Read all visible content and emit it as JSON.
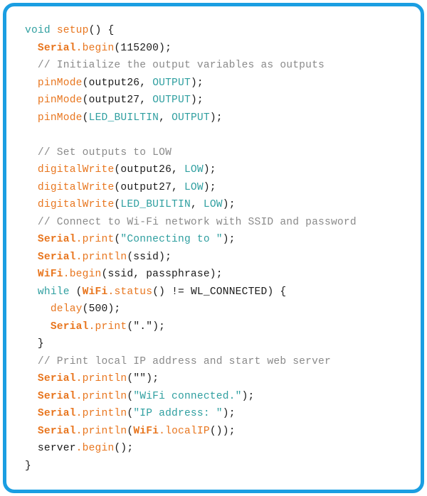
{
  "card": {
    "border_color": "#1b9ee2",
    "background_color": "#ffffff",
    "language": "Arduino C++",
    "title": "setup() function source code"
  },
  "theme": {
    "plain": "#1a1a1a",
    "keyword": "#2f9fa0",
    "constant": "#2f9fa0",
    "string": "#2f9fa0",
    "function": "#e8761f",
    "object": "#e8761f",
    "comment": "#8a8a8a"
  },
  "code": {
    "full_text": "void setup() {\n  Serial.begin(115200);\n  // Initialize the output variables as outputs\n  pinMode(output26, OUTPUT);\n  pinMode(output27, OUTPUT);\n  pinMode(LED_BUILTIN, OUTPUT);\n\n  // Set outputs to LOW\n  digitalWrite(output26, LOW);\n  digitalWrite(output27, LOW);\n  digitalWrite(LED_BUILTIN, LOW);\n  // Connect to Wi-Fi network with SSID and password\n  Serial.print(\"Connecting to \");\n  Serial.println(ssid);\n  WiFi.begin(ssid, passphrase);\n  while (WiFi.status() != WL_CONNECTED) {\n    delay(500);\n    Serial.print(\".\");\n  }\n  // Print local IP address and start web server\n  Serial.println(\"\");\n  Serial.println(\"WiFi connected.\");\n  Serial.println(\"IP address: \");\n  Serial.println(WiFi.localIP());\n  server.begin();\n}",
    "lines": [
      {
        "n": 1,
        "text": "void setup() {",
        "tokens": [
          {
            "t": "void",
            "c": "keyword"
          },
          {
            "t": " ",
            "c": "plain"
          },
          {
            "t": "setup",
            "c": "func"
          },
          {
            "t": "() {",
            "c": "plain"
          }
        ]
      },
      {
        "n": 2,
        "text": "  Serial.begin(115200);",
        "tokens": [
          {
            "t": "  ",
            "c": "plain"
          },
          {
            "t": "Serial",
            "c": "object"
          },
          {
            "t": ".begin",
            "c": "method"
          },
          {
            "t": "(115200);",
            "c": "plain"
          }
        ]
      },
      {
        "n": 3,
        "text": "  // Initialize the output variables as outputs",
        "tokens": [
          {
            "t": "  ",
            "c": "plain"
          },
          {
            "t": "// Initialize the output variables as outputs",
            "c": "comment"
          }
        ]
      },
      {
        "n": 4,
        "text": "  pinMode(output26, OUTPUT);",
        "tokens": [
          {
            "t": "  ",
            "c": "plain"
          },
          {
            "t": "pinMode",
            "c": "func"
          },
          {
            "t": "(output26, ",
            "c": "plain"
          },
          {
            "t": "OUTPUT",
            "c": "const"
          },
          {
            "t": ");",
            "c": "plain"
          }
        ]
      },
      {
        "n": 5,
        "text": "  pinMode(output27, OUTPUT);",
        "tokens": [
          {
            "t": "  ",
            "c": "plain"
          },
          {
            "t": "pinMode",
            "c": "func"
          },
          {
            "t": "(output27, ",
            "c": "plain"
          },
          {
            "t": "OUTPUT",
            "c": "const"
          },
          {
            "t": ");",
            "c": "plain"
          }
        ]
      },
      {
        "n": 6,
        "text": "  pinMode(LED_BUILTIN, OUTPUT);",
        "tokens": [
          {
            "t": "  ",
            "c": "plain"
          },
          {
            "t": "pinMode",
            "c": "func"
          },
          {
            "t": "(",
            "c": "plain"
          },
          {
            "t": "LED_BUILTIN",
            "c": "const"
          },
          {
            "t": ", ",
            "c": "plain"
          },
          {
            "t": "OUTPUT",
            "c": "const"
          },
          {
            "t": ");",
            "c": "plain"
          }
        ]
      },
      {
        "n": 7,
        "text": "",
        "tokens": []
      },
      {
        "n": 8,
        "text": "  // Set outputs to LOW",
        "tokens": [
          {
            "t": "  ",
            "c": "plain"
          },
          {
            "t": "// Set outputs to LOW",
            "c": "comment"
          }
        ]
      },
      {
        "n": 9,
        "text": "  digitalWrite(output26, LOW);",
        "tokens": [
          {
            "t": "  ",
            "c": "plain"
          },
          {
            "t": "digitalWrite",
            "c": "func"
          },
          {
            "t": "(output26, ",
            "c": "plain"
          },
          {
            "t": "LOW",
            "c": "const"
          },
          {
            "t": ");",
            "c": "plain"
          }
        ]
      },
      {
        "n": 10,
        "text": "  digitalWrite(output27, LOW);",
        "tokens": [
          {
            "t": "  ",
            "c": "plain"
          },
          {
            "t": "digitalWrite",
            "c": "func"
          },
          {
            "t": "(output27, ",
            "c": "plain"
          },
          {
            "t": "LOW",
            "c": "const"
          },
          {
            "t": ");",
            "c": "plain"
          }
        ]
      },
      {
        "n": 11,
        "text": "  digitalWrite(LED_BUILTIN, LOW);",
        "tokens": [
          {
            "t": "  ",
            "c": "plain"
          },
          {
            "t": "digitalWrite",
            "c": "func"
          },
          {
            "t": "(",
            "c": "plain"
          },
          {
            "t": "LED_BUILTIN",
            "c": "const"
          },
          {
            "t": ", ",
            "c": "plain"
          },
          {
            "t": "LOW",
            "c": "const"
          },
          {
            "t": ");",
            "c": "plain"
          }
        ]
      },
      {
        "n": 12,
        "text": "  // Connect to Wi-Fi network with SSID and password",
        "tokens": [
          {
            "t": "  ",
            "c": "plain"
          },
          {
            "t": "// Connect to Wi-Fi network with SSID and password",
            "c": "comment"
          }
        ]
      },
      {
        "n": 13,
        "text": "  Serial.print(\"Connecting to \");",
        "tokens": [
          {
            "t": "  ",
            "c": "plain"
          },
          {
            "t": "Serial",
            "c": "object"
          },
          {
            "t": ".print",
            "c": "method"
          },
          {
            "t": "(",
            "c": "plain"
          },
          {
            "t": "\"Connecting to \"",
            "c": "string"
          },
          {
            "t": ");",
            "c": "plain"
          }
        ]
      },
      {
        "n": 14,
        "text": "  Serial.println(ssid);",
        "tokens": [
          {
            "t": "  ",
            "c": "plain"
          },
          {
            "t": "Serial",
            "c": "object"
          },
          {
            "t": ".println",
            "c": "method"
          },
          {
            "t": "(ssid);",
            "c": "plain"
          }
        ]
      },
      {
        "n": 15,
        "text": "  WiFi.begin(ssid, passphrase);",
        "tokens": [
          {
            "t": "  ",
            "c": "plain"
          },
          {
            "t": "WiFi",
            "c": "object"
          },
          {
            "t": ".begin",
            "c": "method"
          },
          {
            "t": "(ssid, passphrase);",
            "c": "plain"
          }
        ]
      },
      {
        "n": 16,
        "text": "  while (WiFi.status() != WL_CONNECTED) {",
        "tokens": [
          {
            "t": "  ",
            "c": "plain"
          },
          {
            "t": "while",
            "c": "keyword"
          },
          {
            "t": " (",
            "c": "plain"
          },
          {
            "t": "WiFi",
            "c": "object"
          },
          {
            "t": ".status",
            "c": "method"
          },
          {
            "t": "() != WL_CONNECTED) {",
            "c": "plain"
          }
        ]
      },
      {
        "n": 17,
        "text": "    delay(500);",
        "tokens": [
          {
            "t": "    ",
            "c": "plain"
          },
          {
            "t": "delay",
            "c": "func"
          },
          {
            "t": "(500);",
            "c": "plain"
          }
        ]
      },
      {
        "n": 18,
        "text": "    Serial.print(\".\");",
        "tokens": [
          {
            "t": "    ",
            "c": "plain"
          },
          {
            "t": "Serial",
            "c": "object"
          },
          {
            "t": ".print",
            "c": "method"
          },
          {
            "t": "(",
            "c": "plain"
          },
          {
            "t": "\".\"",
            "c": "string-dark"
          },
          {
            "t": ");",
            "c": "plain"
          }
        ]
      },
      {
        "n": 19,
        "text": "  }",
        "tokens": [
          {
            "t": "  }",
            "c": "plain"
          }
        ]
      },
      {
        "n": 20,
        "text": "  // Print local IP address and start web server",
        "tokens": [
          {
            "t": "  ",
            "c": "plain"
          },
          {
            "t": "// Print local IP address and start web server",
            "c": "comment"
          }
        ]
      },
      {
        "n": 21,
        "text": "  Serial.println(\"\");",
        "tokens": [
          {
            "t": "  ",
            "c": "plain"
          },
          {
            "t": "Serial",
            "c": "object"
          },
          {
            "t": ".println",
            "c": "method"
          },
          {
            "t": "(",
            "c": "plain"
          },
          {
            "t": "\"\"",
            "c": "string-dark"
          },
          {
            "t": ");",
            "c": "plain"
          }
        ]
      },
      {
        "n": 22,
        "text": "  Serial.println(\"WiFi connected.\");",
        "tokens": [
          {
            "t": "  ",
            "c": "plain"
          },
          {
            "t": "Serial",
            "c": "object"
          },
          {
            "t": ".println",
            "c": "method"
          },
          {
            "t": "(",
            "c": "plain"
          },
          {
            "t": "\"WiFi connected.\"",
            "c": "string"
          },
          {
            "t": ");",
            "c": "plain"
          }
        ]
      },
      {
        "n": 23,
        "text": "  Serial.println(\"IP address: \");",
        "tokens": [
          {
            "t": "  ",
            "c": "plain"
          },
          {
            "t": "Serial",
            "c": "object"
          },
          {
            "t": ".println",
            "c": "method"
          },
          {
            "t": "(",
            "c": "plain"
          },
          {
            "t": "\"IP address: \"",
            "c": "string"
          },
          {
            "t": ");",
            "c": "plain"
          }
        ]
      },
      {
        "n": 24,
        "text": "  Serial.println(WiFi.localIP());",
        "tokens": [
          {
            "t": "  ",
            "c": "plain"
          },
          {
            "t": "Serial",
            "c": "object"
          },
          {
            "t": ".println",
            "c": "method"
          },
          {
            "t": "(",
            "c": "plain"
          },
          {
            "t": "WiFi",
            "c": "object"
          },
          {
            "t": ".localIP",
            "c": "method"
          },
          {
            "t": "());",
            "c": "plain"
          }
        ]
      },
      {
        "n": 25,
        "text": "  server.begin();",
        "tokens": [
          {
            "t": "  server",
            "c": "plain"
          },
          {
            "t": ".begin",
            "c": "method"
          },
          {
            "t": "();",
            "c": "plain"
          }
        ]
      },
      {
        "n": 26,
        "text": "}",
        "tokens": [
          {
            "t": "}",
            "c": "plain"
          }
        ]
      }
    ]
  }
}
